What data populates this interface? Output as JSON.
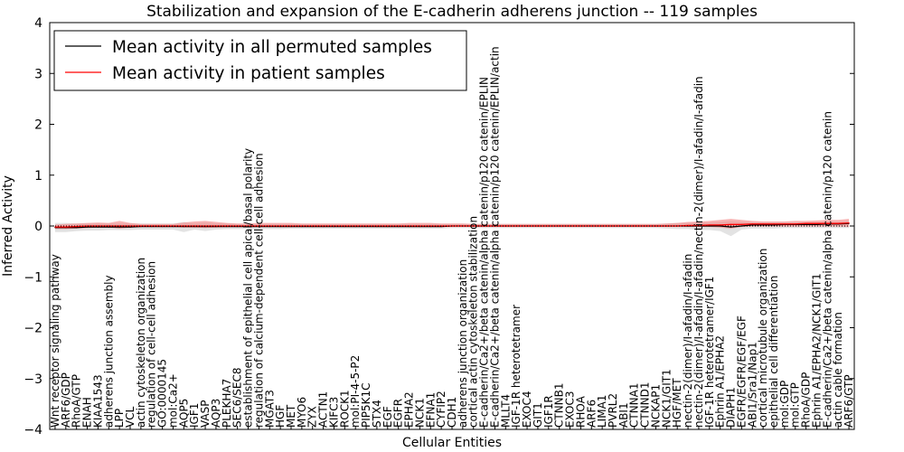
{
  "chart_data": {
    "type": "line",
    "title": "Stabilization and expansion of the E-cadherin adherens junction -- 119 samples",
    "xlabel": "Cellular Entities",
    "ylabel": "Inferred Activity",
    "ylim": [
      -4,
      4
    ],
    "yticks": [
      -4,
      -3,
      -2,
      -1,
      0,
      1,
      2,
      3,
      4
    ],
    "ytick_labels": [
      "−4",
      "−3",
      "−2",
      "−1",
      "0",
      "1",
      "2",
      "3",
      "4"
    ],
    "grid": false,
    "legend_position": "top-left",
    "categories": [
      "Wnt receptor signaling pathway",
      "ARF6/GDP",
      "RhoA/GTP",
      "ENAH",
      "KIAA1543",
      "adherens junction assembly",
      "LPP",
      "VCL",
      "actin cytoskeleton organization",
      "regulation of cell-cell adhesion",
      "GO:0000145",
      "mol:Ca2+",
      "AQP5",
      "IGF1",
      "VASP",
      "AQP3",
      "PLEKHA7",
      "SEC6/SEC8",
      "establishment of epithelial cell apical/basal polarity",
      "regulation of calcium-dependent cell-cell adhesion",
      "MGAT3",
      "HGF",
      "MET",
      "MYO6",
      "ZYX",
      "ACTN1",
      "KIFC3",
      "ROCK1",
      "mol:PI-4-5-P2",
      "PIP5K1C",
      "STX4",
      "EGF",
      "EGFR",
      "EPHA2",
      "NCK1",
      "EFNA1",
      "CYFIP2",
      "CDH1",
      "adherens junction organization",
      "cortical actin cytoskeleton stabilization",
      "E-cadherin/Ca2+/beta catenin/alpha catenin/p120 catenin/EPLIN",
      "E-cadherin/Ca2+/beta catenin/alpha catenin/p120 catenin/EPLIN/actin",
      "MLLT4",
      "IGF-1R heterotetramer",
      "EXOC4",
      "GIT1",
      "IGF1R",
      "CTNNB1",
      "EXOC3",
      "RHOA",
      "ARF6",
      "LIMA1",
      "PVRL2",
      "ABI1",
      "CTNNA1",
      "CTNND1",
      "NCKAP1",
      "NCK1/GIT1",
      "HGF/MET",
      "nectin-2(dimer)/I-afadin/I-afadin",
      "nectin-2(dimer)/I-afadin/I-afadin/nectin-2(dimer)/I-afadin/I-afadin",
      "IGF-1R heterotetramer/IGF1",
      "Ephrin A1/EPHA2",
      "DIAPH1",
      "EGFR/EGFR/EGF/EGF",
      "ABI1/Sra1/Nap1",
      "cortical microtubule organization",
      "epithelial cell differentiation",
      "mol:GDP",
      "mol:GTP",
      "RhoA/GDP",
      "Ephrin A1/EPHA2/NCK1/GIT1",
      "E-cadherin/Ca2+/beta catenin/alpha catenin/p120 catenin",
      "actin cable formation",
      "ARF6/GTP"
    ],
    "series": [
      {
        "name": "Mean activity in all permuted samples",
        "color": "#000000",
        "values": [
          -0.03,
          -0.03,
          -0.03,
          -0.02,
          -0.02,
          -0.02,
          -0.02,
          -0.02,
          -0.01,
          -0.01,
          -0.01,
          -0.01,
          -0.01,
          -0.01,
          -0.01,
          -0.01,
          -0.01,
          -0.01,
          -0.01,
          -0.01,
          -0.01,
          -0.01,
          -0.01,
          -0.01,
          -0.01,
          -0.01,
          -0.01,
          -0.01,
          -0.01,
          -0.01,
          -0.01,
          -0.01,
          -0.01,
          -0.01,
          -0.01,
          -0.01,
          -0.01,
          0.0,
          0.0,
          0.0,
          0.0,
          0.0,
          0.0,
          0.0,
          0.0,
          0.0,
          0.0,
          0.0,
          0.0,
          0.0,
          0.0,
          0.0,
          0.0,
          0.0,
          0.0,
          0.0,
          0.0,
          0.0,
          0.0,
          0.0,
          0.0,
          0.0,
          0.0,
          -0.02,
          0.0,
          0.02,
          0.02,
          0.02,
          0.03,
          0.03,
          0.03,
          0.03,
          0.04,
          0.04,
          0.05
        ],
        "band_low": [
          -0.12,
          -0.12,
          -0.1,
          -0.09,
          -0.09,
          -0.08,
          -0.08,
          -0.08,
          -0.07,
          -0.07,
          -0.07,
          -0.07,
          -0.12,
          -0.07,
          -0.1,
          -0.07,
          -0.06,
          -0.06,
          -0.06,
          -0.06,
          -0.06,
          -0.06,
          -0.05,
          -0.05,
          -0.05,
          -0.05,
          -0.05,
          -0.05,
          -0.05,
          -0.05,
          -0.05,
          -0.05,
          -0.05,
          -0.05,
          -0.05,
          -0.05,
          -0.05,
          -0.04,
          -0.04,
          -0.04,
          -0.04,
          -0.04,
          -0.04,
          -0.04,
          -0.04,
          -0.04,
          -0.04,
          -0.04,
          -0.04,
          -0.04,
          -0.04,
          -0.04,
          -0.04,
          -0.04,
          -0.04,
          -0.04,
          -0.04,
          -0.05,
          -0.06,
          -0.06,
          -0.08,
          -0.08,
          -0.1,
          -0.2,
          -0.07,
          -0.05,
          -0.05,
          -0.05,
          -0.04,
          -0.04,
          -0.04,
          -0.04,
          -0.04,
          -0.04,
          -0.04
        ],
        "band_high": [
          0.06,
          0.06,
          0.05,
          0.05,
          0.05,
          0.05,
          0.05,
          0.05,
          0.05,
          0.05,
          0.05,
          0.05,
          0.08,
          0.05,
          0.07,
          0.05,
          0.05,
          0.04,
          0.04,
          0.04,
          0.04,
          0.04,
          0.04,
          0.04,
          0.04,
          0.04,
          0.04,
          0.04,
          0.04,
          0.04,
          0.04,
          0.04,
          0.04,
          0.04,
          0.04,
          0.04,
          0.04,
          0.04,
          0.04,
          0.04,
          0.04,
          0.04,
          0.04,
          0.04,
          0.04,
          0.04,
          0.04,
          0.04,
          0.04,
          0.04,
          0.04,
          0.04,
          0.04,
          0.04,
          0.04,
          0.04,
          0.04,
          0.05,
          0.06,
          0.06,
          0.07,
          0.07,
          0.08,
          0.1,
          0.08,
          0.07,
          0.07,
          0.07,
          0.07,
          0.07,
          0.07,
          0.07,
          0.08,
          0.08,
          0.1
        ]
      },
      {
        "name": "Mean activity in patient samples",
        "color": "#ff0000",
        "values": [
          -0.02,
          -0.02,
          -0.01,
          0.0,
          0.0,
          0.0,
          0.0,
          0.0,
          0.0,
          0.0,
          0.0,
          0.0,
          0.0,
          0.0,
          0.0,
          0.0,
          0.0,
          0.0,
          0.0,
          0.0,
          0.0,
          0.0,
          0.0,
          0.0,
          0.0,
          0.0,
          0.0,
          0.0,
          0.0,
          0.0,
          0.0,
          0.0,
          0.0,
          0.0,
          0.0,
          0.0,
          0.0,
          0.0,
          0.0,
          0.0,
          0.0,
          0.0,
          0.0,
          0.0,
          0.0,
          0.0,
          0.0,
          0.0,
          0.0,
          0.0,
          0.0,
          0.0,
          0.0,
          0.0,
          0.0,
          0.0,
          0.0,
          0.0,
          0.0,
          0.01,
          0.01,
          0.02,
          0.02,
          0.03,
          0.03,
          0.04,
          0.04,
          0.04,
          0.04,
          0.04,
          0.05,
          0.05,
          0.05,
          0.05,
          0.06
        ],
        "band_low": [
          -0.06,
          -0.06,
          -0.05,
          -0.04,
          -0.03,
          -0.03,
          -0.05,
          -0.03,
          -0.02,
          -0.02,
          -0.02,
          -0.02,
          -0.03,
          -0.03,
          -0.04,
          -0.03,
          -0.02,
          -0.02,
          -0.02,
          -0.02,
          -0.02,
          -0.02,
          -0.02,
          -0.02,
          -0.02,
          -0.02,
          -0.02,
          -0.02,
          -0.02,
          -0.02,
          -0.02,
          -0.02,
          -0.02,
          -0.02,
          -0.02,
          -0.02,
          -0.02,
          -0.02,
          -0.02,
          -0.02,
          -0.02,
          -0.02,
          -0.02,
          -0.02,
          -0.02,
          -0.02,
          -0.02,
          -0.02,
          -0.02,
          -0.02,
          -0.02,
          -0.02,
          -0.02,
          -0.02,
          -0.02,
          -0.02,
          -0.02,
          -0.02,
          -0.02,
          -0.02,
          -0.02,
          -0.02,
          -0.03,
          -0.05,
          -0.02,
          -0.01,
          -0.01,
          -0.01,
          -0.01,
          -0.01,
          -0.01,
          -0.01,
          -0.01,
          -0.01,
          -0.02
        ],
        "band_high": [
          0.03,
          0.04,
          0.05,
          0.06,
          0.07,
          0.06,
          0.1,
          0.06,
          0.04,
          0.04,
          0.04,
          0.04,
          0.07,
          0.09,
          0.1,
          0.08,
          0.06,
          0.05,
          0.05,
          0.06,
          0.06,
          0.06,
          0.06,
          0.05,
          0.05,
          0.05,
          0.05,
          0.05,
          0.05,
          0.05,
          0.05,
          0.05,
          0.05,
          0.06,
          0.06,
          0.06,
          0.05,
          0.05,
          0.05,
          0.04,
          0.04,
          0.04,
          0.04,
          0.04,
          0.04,
          0.04,
          0.04,
          0.04,
          0.04,
          0.04,
          0.04,
          0.04,
          0.04,
          0.04,
          0.04,
          0.04,
          0.04,
          0.05,
          0.06,
          0.08,
          0.09,
          0.1,
          0.12,
          0.14,
          0.12,
          0.1,
          0.09,
          0.09,
          0.09,
          0.1,
          0.1,
          0.11,
          0.12,
          0.12,
          0.14
        ]
      }
    ]
  },
  "colors": {
    "permuted_line": "#000000",
    "patient_line": "#ff0000",
    "permuted_band": "#d9d9d9",
    "patient_band": "#f28080"
  }
}
